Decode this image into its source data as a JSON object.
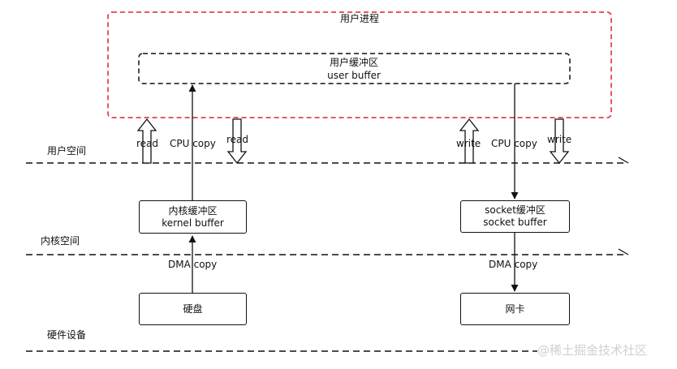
{
  "process": {
    "label": "用户进程"
  },
  "user_buffer": {
    "line1": "用户缓冲区",
    "line2": "user buffer"
  },
  "kernel_buffer": {
    "line1": "内核缓冲区",
    "line2": "kernel buffer"
  },
  "socket_buffer": {
    "line1": "socket缓冲区",
    "line2": "socket buffer"
  },
  "disk": {
    "label": "硬盘"
  },
  "nic": {
    "label": "网卡"
  },
  "zones": {
    "user_space": "用户空间",
    "kernel_space": "内核空间",
    "hardware": "硬件设备"
  },
  "labels": {
    "read_up": "read",
    "cpu_copy_left": "CPU copy",
    "read_down": "read",
    "write_up": "write",
    "cpu_copy_right": "CPU copy",
    "write_down": "write",
    "dma_copy_left": "DMA copy",
    "dma_copy_right": "DMA copy"
  },
  "watermark": "@稀土掘金技术社区",
  "colors": {
    "process_border": "#e0202a",
    "line": "#111111",
    "watermark": "#d0d0d0"
  }
}
